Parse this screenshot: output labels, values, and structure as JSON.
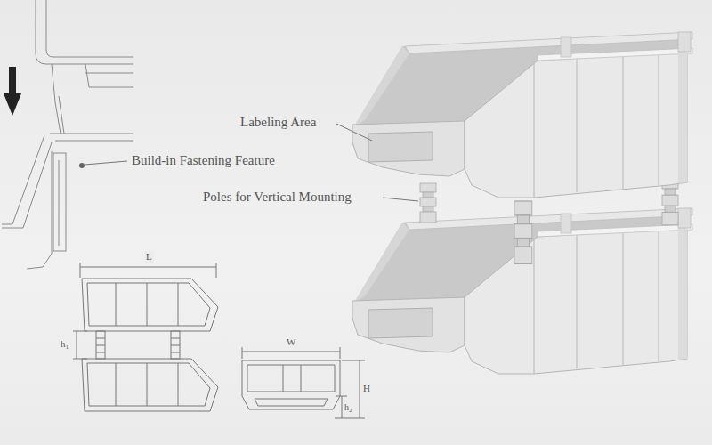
{
  "diagram": {
    "labels": [
      "Labeling Area",
      "Build-in Fastening Feature",
      "Poles for Vertical Mounting",
      "L",
      "h₁",
      "W",
      "H",
      "h₂"
    ]
  }
}
